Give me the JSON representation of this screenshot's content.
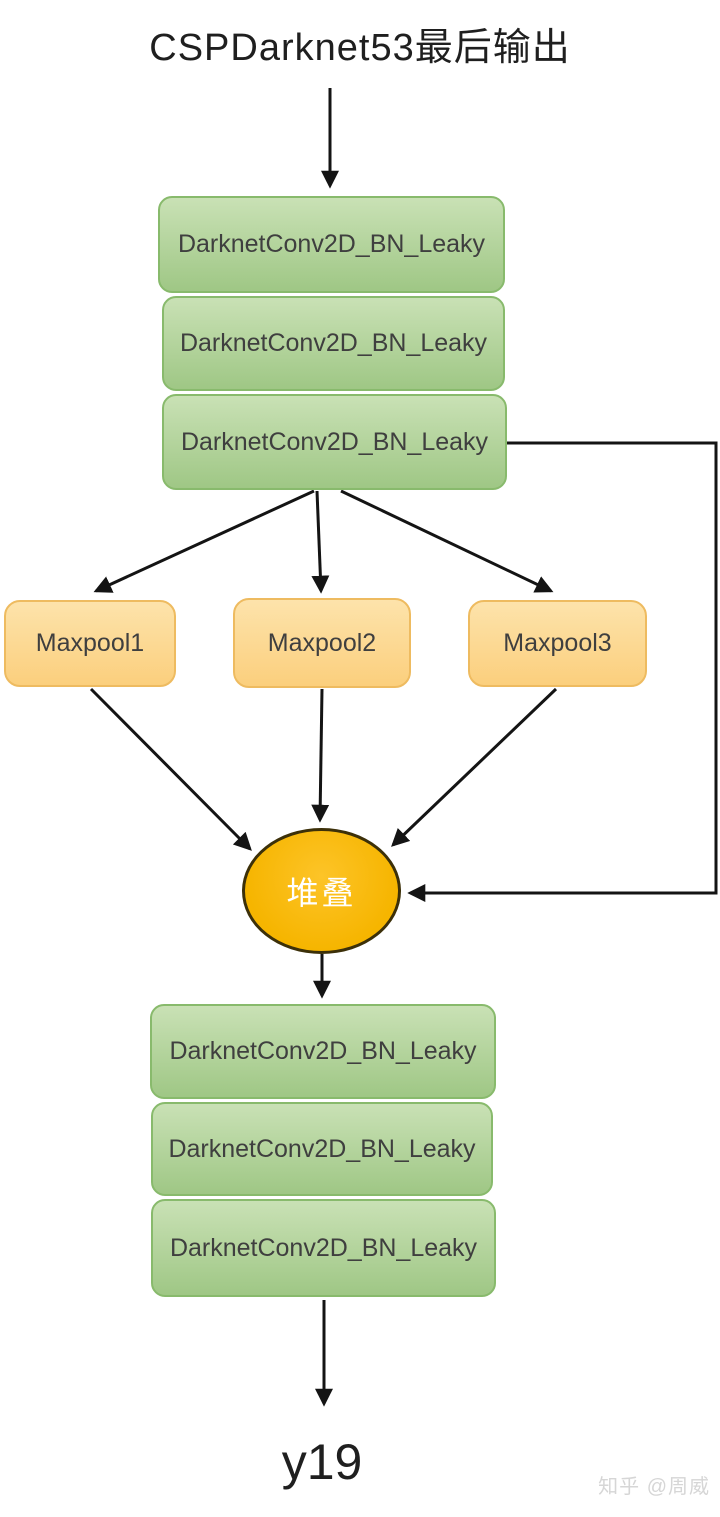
{
  "diagram": {
    "title": "CSPDarknet53最后输出",
    "top_conv_blocks": [
      {
        "label": "DarknetConv2D_BN_Leaky"
      },
      {
        "label": "DarknetConv2D_BN_Leaky"
      },
      {
        "label": "DarknetConv2D_BN_Leaky"
      }
    ],
    "maxpool_blocks": [
      {
        "label": "Maxpool1"
      },
      {
        "label": "Maxpool2"
      },
      {
        "label": "Maxpool3"
      }
    ],
    "concat_node": {
      "label": "堆叠"
    },
    "bottom_conv_blocks": [
      {
        "label": "DarknetConv2D_BN_Leaky"
      },
      {
        "label": "DarknetConv2D_BN_Leaky"
      },
      {
        "label": "DarknetConv2D_BN_Leaky"
      }
    ],
    "output_label": "y19",
    "watermark": "知乎 @周威",
    "colors": {
      "conv_fill_top": "#c9e1b5",
      "conv_fill_bottom": "#9fc785",
      "conv_border": "#88ba6c",
      "pool_fill_top": "#fde3ab",
      "pool_fill_bottom": "#fbcf7d",
      "pool_border": "#eebb60",
      "concat_fill": "#f6b500",
      "concat_border": "#3c3009",
      "arrow_color": "#141414",
      "node_text": "#3f3f3f",
      "title_color": "#1f1f1f",
      "watermark_color": "#d6d6d6"
    }
  }
}
